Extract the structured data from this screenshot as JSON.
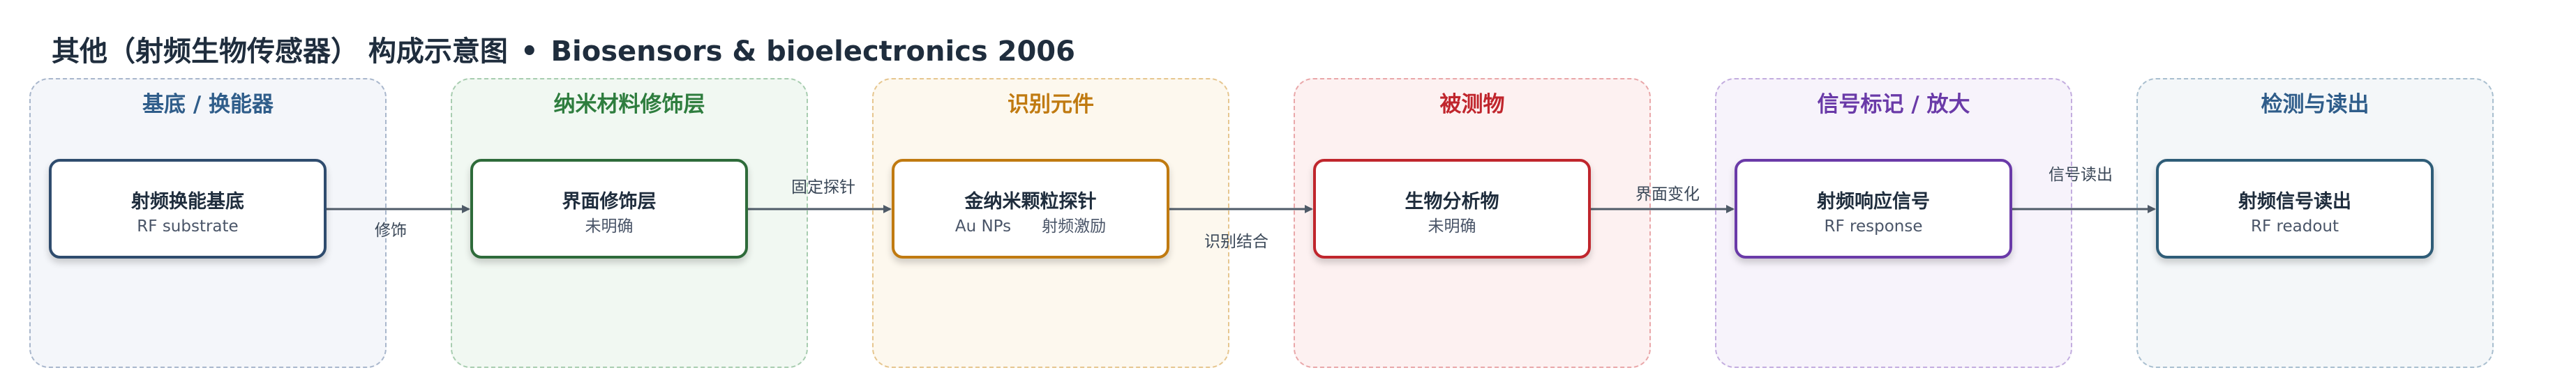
{
  "title": {
    "main": "其他（射频生物传感器） 构成示意图",
    "separator": "•",
    "source": "Biosensors & bioelectronics 2006"
  },
  "groups": [
    {
      "label": "基底 / 换能器",
      "color": "#2f5d8a",
      "fill": "#f4f6fa",
      "border": "#a9b7cc"
    },
    {
      "label": "纳米材料修饰层",
      "color": "#2e7d3e",
      "fill": "#f1f8f2",
      "border": "#a8cdb0"
    },
    {
      "label": "识别元件",
      "color": "#c07a10",
      "fill": "#fdf8ee",
      "border": "#e6c68f"
    },
    {
      "label": "被测物",
      "color": "#c0262d",
      "fill": "#fdf1f1",
      "border": "#e9a7a9"
    },
    {
      "label": "信号标记 / 放大",
      "color": "#6a3aa8",
      "fill": "#f7f3fb",
      "border": "#c3addf"
    },
    {
      "label": "检测与读出",
      "color": "#2f5d8a",
      "fill": "#f4f7f9",
      "border": "#a9bfcf"
    }
  ],
  "nodes": [
    {
      "title": "射频换能基底",
      "subtitle": "RF substrate",
      "border": "#2f4c6e"
    },
    {
      "title": "界面修饰层",
      "subtitle": "未明确",
      "border": "#2e6b3a"
    },
    {
      "title": "金纳米颗粒探针",
      "subtitle": "Au NPs",
      "subtitle2": "射频激励",
      "border": "#c07a10"
    },
    {
      "title": "生物分析物",
      "subtitle": "未明确",
      "border": "#c0262d"
    },
    {
      "title": "射频响应信号",
      "subtitle": "RF response",
      "border": "#6a3aa8"
    },
    {
      "title": "射频信号读出",
      "subtitle": "RF readout",
      "border": "#2f5d78"
    }
  ],
  "edges": [
    {
      "label": "修饰"
    },
    {
      "label": "固定探针"
    },
    {
      "label": "识别结合"
    },
    {
      "label": "界面变化"
    },
    {
      "label": "信号读出"
    }
  ],
  "colors": {
    "edge": "#4f5b68",
    "text": "#1f2d3d"
  }
}
